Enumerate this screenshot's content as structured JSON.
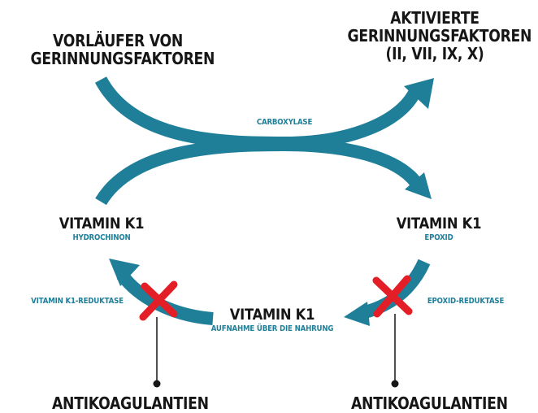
{
  "precursors": {
    "line1": "VORLÄUFER VON",
    "line2": "GERINNUNGSFAKTOREN"
  },
  "activated": {
    "line1": "AKTIVIERTE",
    "line2": "GERINNUNGSFAKTOREN",
    "line3": "(II, VII, IX, X)"
  },
  "carboxylase": "CARBOXYLASE",
  "hydroquinone": {
    "title": "VITAMIN K1",
    "subtitle": "HYDROCHINON"
  },
  "epoxide": {
    "title": "VITAMIN K1",
    "subtitle": "EPOXID"
  },
  "dietary": {
    "title": "VITAMIN K1",
    "subtitle": "AUFNAHME ÜBER DIE NAHRUNG"
  },
  "enzymes": {
    "reductase_left": "VITAMIN K1-REDUKTASE",
    "reductase_right": "EPOXID-REDUKTASE"
  },
  "inhibitors": {
    "left": "ANTIKOAGULANTIEN",
    "right": "ANTIKOAGULANTIEN"
  },
  "colors": {
    "arrow": "#1f7f99",
    "cross": "#e41e26",
    "text": "#161616"
  },
  "icons": {
    "inhibition": "red-x-icon",
    "pointer": "dot-pointer-icon"
  }
}
